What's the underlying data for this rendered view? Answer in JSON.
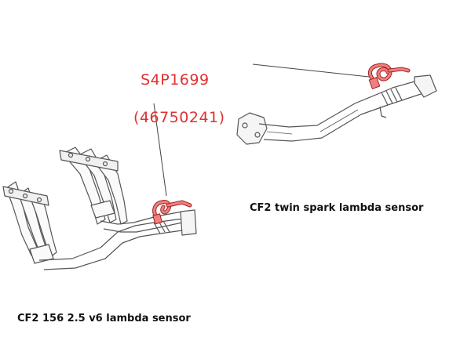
{
  "labels": {
    "part_number": "S4P1699",
    "oem_number": "(46750241)",
    "twin_spark_caption": "CF2 twin spark lambda sensor",
    "v6_caption": "CF2 156 2.5 v6 lambda sensor"
  },
  "colors": {
    "highlight": "#e03030",
    "sensor_fill": "#f08080",
    "line": "#444444",
    "text": "#111111"
  }
}
